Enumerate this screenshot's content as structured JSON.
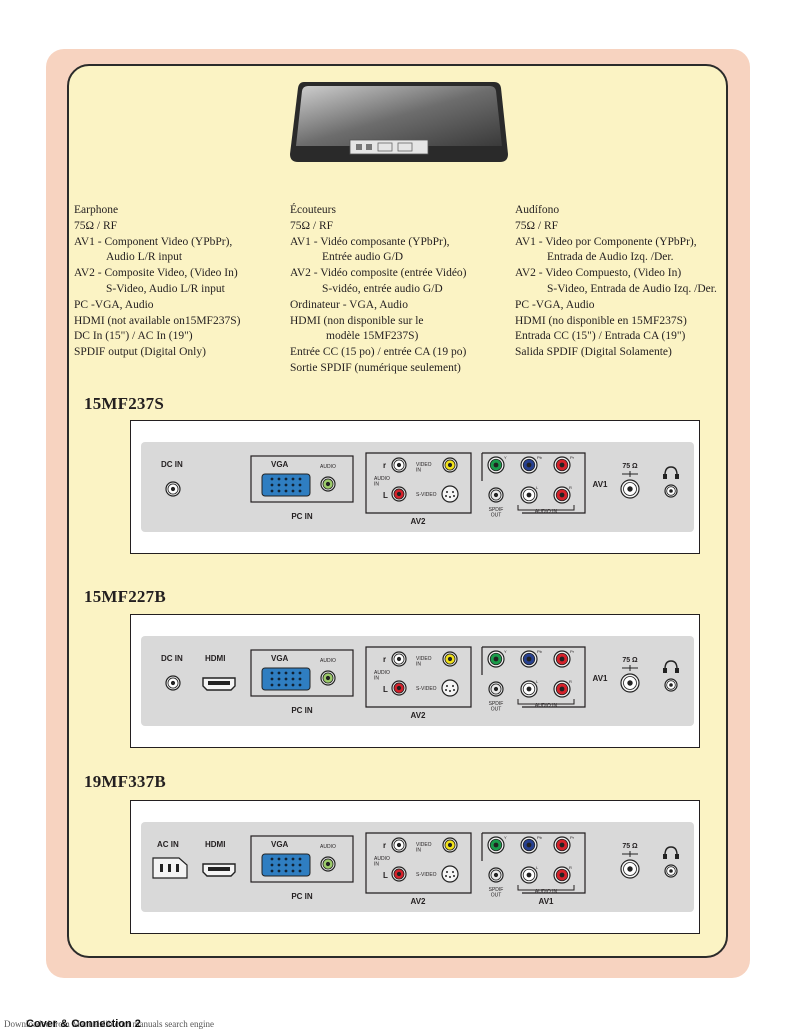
{
  "columns": {
    "english": [
      {
        "text": "Earphone",
        "indent": 0
      },
      {
        "text": "75Ω / RF",
        "indent": 0
      },
      {
        "text": "AV1 - Component Video (YPbPr),",
        "indent": 0
      },
      {
        "text": "Audio L/R input",
        "indent": 1
      },
      {
        "text": "AV2 - Composite Video, (Video In)",
        "indent": 0
      },
      {
        "text": "S-Video, Audio L/R input",
        "indent": 1
      },
      {
        "text": "PC   -VGA, Audio",
        "indent": 0
      },
      {
        "text": "HDMI (not available on15MF237S)",
        "indent": 0
      },
      {
        "text": "DC In (15\") / AC In (19\")",
        "indent": 0
      },
      {
        "text": "SPDIF output (Digital Only)",
        "indent": 0
      }
    ],
    "french": [
      {
        "text": "Écouteurs",
        "indent": 0
      },
      {
        "text": "75Ω / RF",
        "indent": 0
      },
      {
        "text": "AV1 - Vidéo composante (YPbPr),",
        "indent": 0
      },
      {
        "text": "Entrée audio G/D",
        "indent": 1
      },
      {
        "text": "AV2 - Vidéo composite (entrée Vidéo)",
        "indent": 0
      },
      {
        "text": "S-vidéo, entrée audio G/D",
        "indent": 1
      },
      {
        "text": "Ordinateur - VGA, Audio",
        "indent": 0
      },
      {
        "text": "HDMI (non disponible sur le",
        "indent": 0
      },
      {
        "text": "modèle 15MF237S)",
        "indent": 1
      },
      {
        "text": "Entrée CC (15 po) / entrée CA (19 po)",
        "indent": 0
      },
      {
        "text": "Sortie SPDIF (numérique seulement)",
        "indent": 0
      }
    ],
    "spanish": [
      {
        "text": "Audífono",
        "indent": 0
      },
      {
        "text": "75Ω / RF",
        "indent": 0
      },
      {
        "text": "AV1 - Video por Componente (YPbPr),",
        "indent": 0
      },
      {
        "text": "Entrada de Audio Izq. /Der.",
        "indent": 1
      },
      {
        "text": "AV2 - Video Compuesto, (Video In)",
        "indent": 0
      },
      {
        "text": "S-Video, Entrada de Audio Izq. /Der.",
        "indent": 1
      },
      {
        "text": "PC   -VGA, Audio",
        "indent": 0
      },
      {
        "text": "HDMI (no disponible en 15MF237S)",
        "indent": 0
      },
      {
        "text": "Entrada CC (15\") / Entrada CA (19\")",
        "indent": 0
      },
      {
        "text": "Salida SPDIF (Digital Solamente)",
        "indent": 0
      }
    ]
  },
  "labels": {
    "dc_in": "DC IN",
    "ac_in": "AC IN",
    "hdmi": "HDMI",
    "vga": "VGA",
    "audio": "AUDIO",
    "pc_in": "PC IN",
    "av2": "AV2",
    "av1": "AV1",
    "r": "r",
    "l": "L",
    "audio_in_small": "AUDIO\nIN",
    "video_in": "VIDEO\nIN",
    "s_video": "S-VIDEO",
    "spdif_out": "SPDIF\nOUT",
    "audio_in": "AUDIO IN",
    "y": "Y",
    "pb": "Pb",
    "pr": "Pr",
    "l_small": "L",
    "r_small": "R",
    "ohm": "75 Ω"
  },
  "models": [
    {
      "name": "15MF237S",
      "power": "dc",
      "hdmi": false
    },
    {
      "name": "15MF227B",
      "power": "dc",
      "hdmi": true
    },
    {
      "name": "19MF337B",
      "power": "ac",
      "hdmi": true
    }
  ],
  "colors": {
    "yellow": "#f2e21b",
    "red": "#d4212a",
    "green": "#1b9b4a",
    "blue": "#27408f",
    "vga_blue": "#2f7ec1",
    "audio_green": "#9dcc6a",
    "panel_gray": "#d9d9d9"
  },
  "footer": {
    "source": "Downloaded from Manualslib.com  manuals search engine",
    "section": "Cover & Connection 2"
  }
}
